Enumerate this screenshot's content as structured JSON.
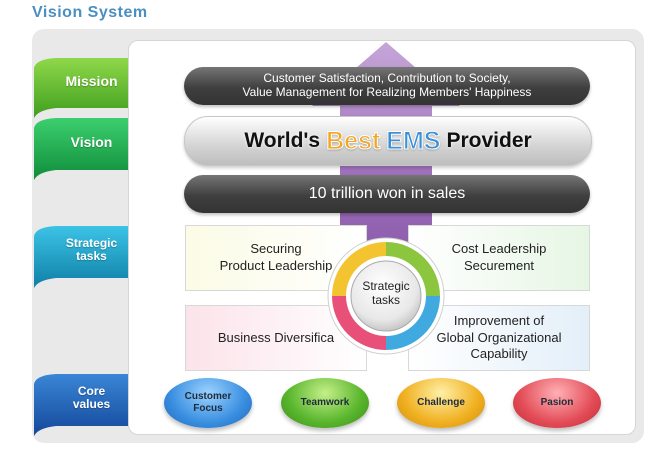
{
  "heading": "Vision System",
  "ribbons": [
    {
      "label": "Mission",
      "color": "#5cb82e"
    },
    {
      "label": "Vision",
      "color": "#16a94a"
    },
    {
      "label": "Strategic tasks",
      "color": "#149bbf"
    },
    {
      "label": "Core values",
      "color": "#1f5db0"
    }
  ],
  "mission": {
    "line1": "Customer Satisfaction, Contribution to Society,",
    "line2": "Value Management for Realizing Members' Happiness"
  },
  "vision": {
    "prefix": "World's",
    "best": "Best",
    "ems": "EMS",
    "suffix": "Provider",
    "best_color": "#f5a623",
    "ems_color": "#3b8fd6"
  },
  "sales_goal": "10 trillion won in sales",
  "tasks": {
    "top_left": {
      "line1": "Securing",
      "line2": "Product Leadership"
    },
    "top_right": {
      "line1": "Cost Leadership",
      "line2": "Securement"
    },
    "bottom_left": {
      "line1": "Business Diversifica"
    },
    "bottom_right": {
      "line1": "Improvement of",
      "line2": "Global Organizational",
      "line3": "Capability"
    }
  },
  "center": {
    "line1": "Strategic",
    "line2": "tasks"
  },
  "core_values": [
    {
      "line1": "Customer",
      "line2": "Focus",
      "color": "#3a8fe0"
    },
    {
      "line1": "Teamwork",
      "line2": "",
      "color": "#58b52c"
    },
    {
      "line1": "Challenge",
      "line2": "",
      "color": "#f0b020"
    },
    {
      "line1": "Pasion",
      "line2": "",
      "color": "#e34c57"
    }
  ]
}
